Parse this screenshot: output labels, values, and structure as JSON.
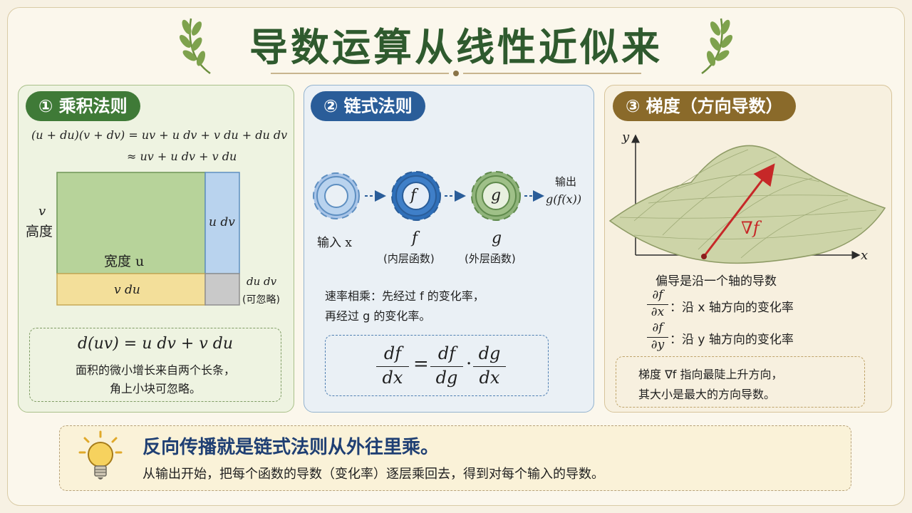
{
  "title": "导数运算从线性近似来",
  "panel1": {
    "badge": "① 乘积法则",
    "eq_line1": "(u + du)(v + dv) = uv + u dv + v du + du dv",
    "eq_line2": "≈ uv + u dv + v du",
    "label_v": "v",
    "label_height": "高度",
    "label_width": "宽度 u",
    "label_udv": "u dv",
    "label_vdu": "v du",
    "label_dudv": "du dv",
    "label_negligible": "(可忽略)",
    "rule": "d(uv) = u dv + v du",
    "note_line1": "面积的微小增长来自两个长条，",
    "note_line2": "角上小块可忽略。"
  },
  "panel2": {
    "badge": "② 链式法则",
    "output_label": "输出",
    "output_expr": "g(f(x))",
    "gear_f": "f",
    "gear_g": "g",
    "input_label": "输入 x",
    "f_label": "f",
    "f_caption": "(内层函数)",
    "g_label": "g",
    "g_caption": "(外层函数)",
    "note_line1": "速率相乘：先经过 f 的变化率，",
    "note_line2": "再经过 g 的变化率。",
    "frac_lhs_num": "df",
    "frac_lhs_den": "dx",
    "equals": "=",
    "frac_a_num": "df",
    "frac_a_den": "dg",
    "dot": "·",
    "frac_b_num": "dg",
    "frac_b_den": "dx"
  },
  "panel3": {
    "badge": "③ 梯度（方向导数）",
    "axis_y": "y",
    "axis_x": "x",
    "grad_label": "∇f",
    "partial_title": "偏导是沿一个轴的导数",
    "px_num": "∂f",
    "px_den": "∂x",
    "px_text": "：沿 x 轴方向的变化率",
    "py_num": "∂f",
    "py_den": "∂y",
    "py_text": "：沿 y 轴方向的变化率",
    "note_line1": "梯度 ∇f 指向最陡上升方向，",
    "note_line2": "其大小是最大的方向导数。"
  },
  "footer": {
    "headline": "反向传播就是链式法则从外往里乘。",
    "body": "从输出开始，把每个函数的导数（变化率）逐层乘回去，得到对每个输入的导数。"
  },
  "colors": {
    "title_green": "#2f5a2e",
    "badge_green": "#3f7a37",
    "badge_blue": "#2a5d99",
    "badge_gold": "#8a6a2a",
    "gradient_red": "#c62828"
  }
}
